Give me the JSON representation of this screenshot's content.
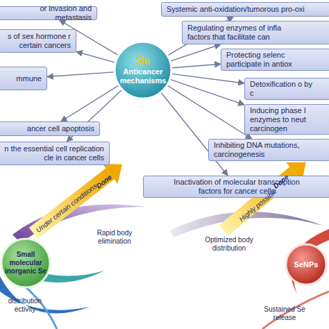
{
  "diagram": {
    "nodes": [
      {
        "text": [
          "Se",
          "Anticancer mechanisms"
        ]
      },
      {
        "text": [
          "or invasion and metastasis"
        ]
      },
      {
        "text": [
          "s of sex hormone r certain cancers"
        ]
      },
      {
        "text": [
          "mmune"
        ]
      },
      {
        "text": [
          "ancer cell apoptosis"
        ]
      },
      {
        "text": [
          "n the essential cell replication cle in cancer cells"
        ]
      },
      {
        "text": [
          "Systemic anti-oxidation/tumorous pro-oxi"
        ]
      },
      {
        "text": [
          "Regulating enzymes of infla factors that facilitate can"
        ]
      },
      {
        "text": [
          "Protecting selenc participate in antiox"
        ]
      },
      {
        "text": [
          "Detoxification o by c"
        ]
      },
      {
        "text": [
          "Inducing phase I enzymes to neut carcinogen"
        ]
      },
      {
        "text": [
          "Inhibiting DNA mutations, carcinogenesis"
        ]
      },
      {
        "text": [
          "Inactivation of molecular transcription factors for cancer cells"
        ]
      },
      {
        "text": [
          "Small molecular inorganic Se"
        ]
      },
      {
        "text": [
          "SeNPs"
        ]
      }
    ],
    "edges": [
      {
        "from": 0,
        "to": 1,
        "arrow": "to"
      },
      {
        "from": 0,
        "to": 2,
        "arrow": "to"
      },
      {
        "from": 0,
        "to": 3,
        "arrow": "to"
      },
      {
        "from": 0,
        "to": 4,
        "arrow": "to"
      },
      {
        "from": 0,
        "to": 5,
        "arrow": "to"
      },
      {
        "from": 0,
        "to": 6,
        "arrow": "to"
      },
      {
        "from": 0,
        "to": 7,
        "arrow": "to"
      },
      {
        "from": 0,
        "to": 8,
        "arrow": "to"
      },
      {
        "from": 0,
        "to": 9,
        "arrow": "to"
      },
      {
        "from": 0,
        "to": 10,
        "arrow": "to"
      },
      {
        "from": 0,
        "to": 11,
        "arrow": "to"
      },
      {
        "from": 0,
        "to": 12,
        "arrow": "to"
      }
    ],
    "labels": [
      "Done",
      "Under certain conditions",
      "Done",
      "Highly possible",
      "Rapid body elimination",
      "distribution ectivity",
      "Optimized body distribution",
      "Sustained Se release"
    ]
  }
}
